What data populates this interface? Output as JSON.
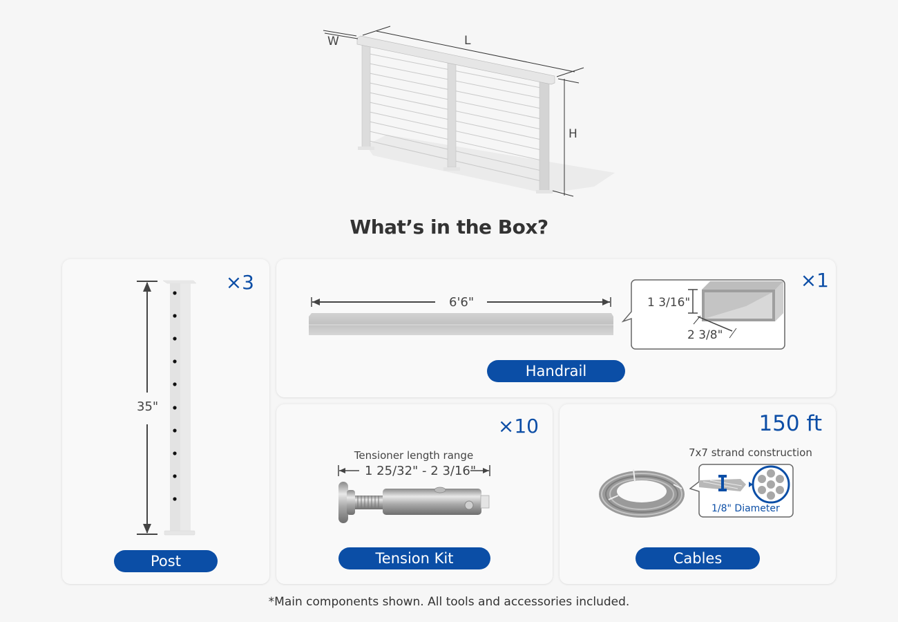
{
  "hero": {
    "labels": {
      "width": "W",
      "length": "L",
      "height": "H"
    }
  },
  "title": "What’s in the Box?",
  "cards": {
    "post": {
      "quantity": "×3",
      "dimension": "35\"",
      "label": "Post"
    },
    "handrail": {
      "quantity": "×1",
      "length": "6'6\"",
      "profile_height": "1 3/16\"",
      "profile_width": "2 3/8\"",
      "label": "Handrail"
    },
    "tension_kit": {
      "quantity": "×10",
      "range_caption": "Tensioner length range",
      "range_value": "1 25/32\" - 2 3/16\"",
      "label": "Tension Kit"
    },
    "cables": {
      "quantity": "150 ft",
      "construction": "7x7 strand construction",
      "diameter": "1/8\" Diameter",
      "label": "Cables"
    }
  },
  "footer": "*Main components shown. All tools and accessories included.",
  "colors": {
    "accent": "#0b4ea6",
    "background": "#f6f6f6",
    "card": "#f9f9f9",
    "text": "#333333"
  }
}
